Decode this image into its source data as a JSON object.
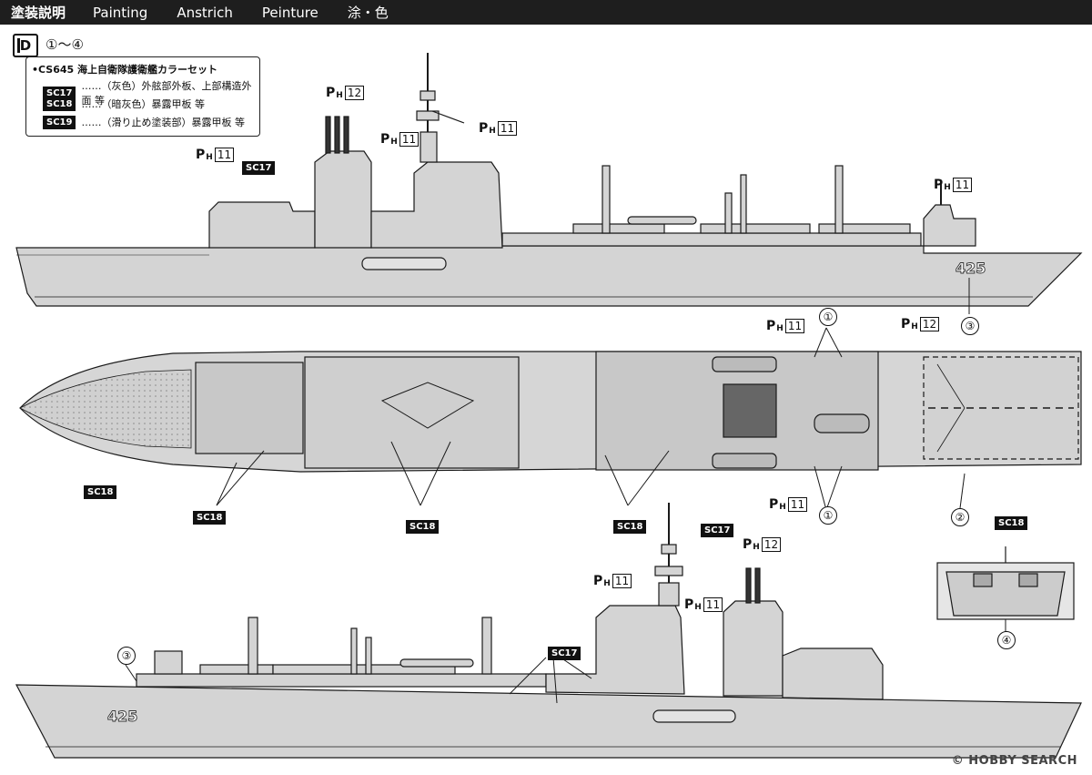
{
  "header": {
    "ja": "塗装説明",
    "terms": [
      "Painting",
      "Anstrich",
      "Peinture",
      "涂・色"
    ]
  },
  "step": {
    "letter": "D",
    "range": "①〜④"
  },
  "legend": {
    "title": "•CS645 海上自衛隊護衛艦カラーセット",
    "rows": [
      {
        "code": "SC17",
        "desc": "……（灰色）外舷部外板、上部構造外面 等"
      },
      {
        "code": "SC18",
        "desc": "……（暗灰色）暴露甲板 等"
      },
      {
        "code": "SC19",
        "desc": "……（滑り止め塗装部）暴露甲板 等"
      }
    ]
  },
  "ph": {
    "prefix": "P",
    "sub": "H",
    "n11": "11",
    "n12": "12"
  },
  "labels": {
    "sc17": "SC17",
    "sc18": "SC18",
    "c1": "①",
    "c2": "②",
    "c3": "③",
    "c4": "④"
  },
  "hull_number": "425",
  "watermark": "© HOBBY SEARCH",
  "colors": {
    "ship_fill": "#d4d4d4",
    "deck_fill": "#c8c8c8",
    "line": "#1a1a1a",
    "header_bg": "#1e1e1e"
  }
}
